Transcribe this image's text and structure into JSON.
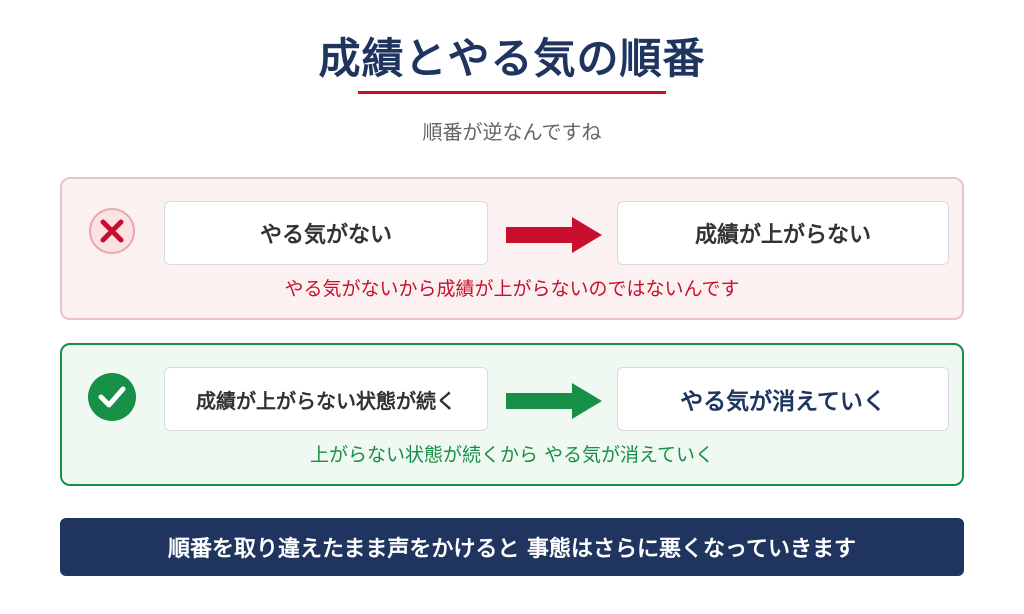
{
  "title": "成績とやる気の順番",
  "subtitle": "順番が逆なんですね",
  "wrong_panel": {
    "icon": "cross-icon",
    "cause": "やる気がない",
    "effect": "成績が上がらない",
    "caption": "やる気がないから成績が上がらないのではないんです"
  },
  "right_panel": {
    "icon": "check-icon",
    "cause": "成績が上がらない状態が続く",
    "effect": "やる気が消えていく",
    "caption": "上がらない状態が続くから やる気が消えていく"
  },
  "banner": "順番を取り違えたまま声をかけると 事態はさらに悪くなっていきます",
  "colors": {
    "navy": "#1f3560",
    "red": "#c8102e",
    "green": "#159046",
    "red_bg": "#fcf1f1",
    "green_bg": "#eff8f1"
  }
}
